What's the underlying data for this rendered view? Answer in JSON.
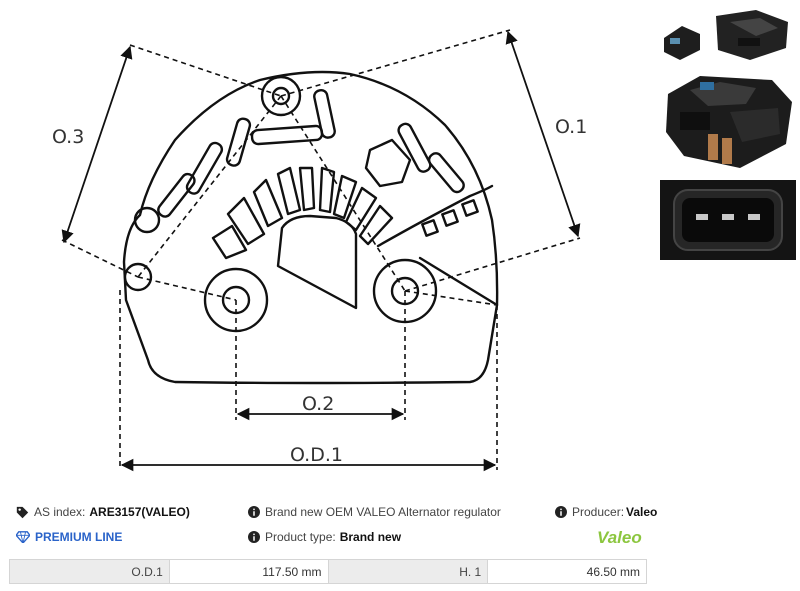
{
  "diagram": {
    "labels": {
      "o3": "O.3",
      "o1": "O.1",
      "o2": "O.2",
      "od1": "O.D.1"
    }
  },
  "product": {
    "as_index_label": "AS index:",
    "as_index_value": "ARE3157(VALEO)",
    "description": "Brand new OEM VALEO Alternator regulator",
    "producer_label": "Producer:",
    "producer_value": "Valeo",
    "premium_line": "PREMIUM LINE",
    "product_type_label": "Product type:",
    "product_type_value": "Brand new",
    "logo_text": "Valeo",
    "logo_color": "#8cc63f"
  },
  "specs": {
    "rows": [
      {
        "k1": "O.D.1",
        "v1": "117.50 mm",
        "k2": "H. 1",
        "v2": "46.50 mm"
      }
    ]
  },
  "icons": {
    "tag": "tag-icon",
    "info": "info-icon",
    "diamond": "diamond-icon"
  }
}
